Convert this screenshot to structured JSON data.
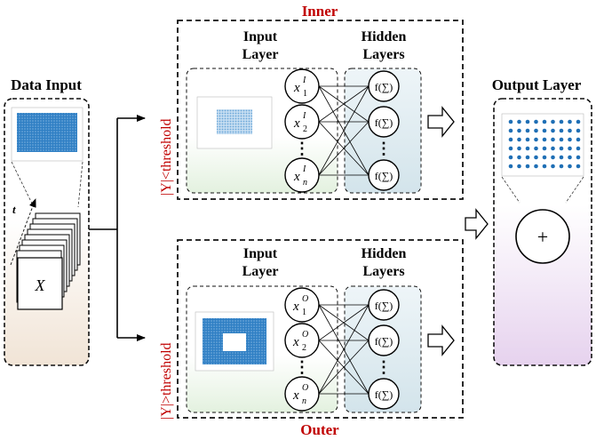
{
  "diagram": {
    "data_input": {
      "title": "Data Input",
      "matrix_label": "X",
      "time_label": "t"
    },
    "branches": {
      "inner": {
        "title": "Inner",
        "condition": "|Y|<threshold",
        "input_layer": "Input Layer",
        "hidden_layers": "Hidden Layers",
        "input_nodes": [
          {
            "base": "x",
            "sup": "I",
            "sub": "1"
          },
          {
            "base": "x",
            "sup": "I",
            "sub": "2"
          },
          {
            "base": "x",
            "sup": "I",
            "sub": "n"
          }
        ]
      },
      "outer": {
        "title": "Outer",
        "condition": "|Y|>threshold",
        "input_layer": "Input Layer",
        "hidden_layers": "Hidden Layers",
        "input_nodes": [
          {
            "base": "x",
            "sup": "O",
            "sub": "1"
          },
          {
            "base": "x",
            "sup": "O",
            "sub": "2"
          },
          {
            "base": "x",
            "sup": "O",
            "sub": "n"
          }
        ]
      }
    },
    "hidden_node_label": "f(∑)",
    "ellipsis": "⋮",
    "output_layer": {
      "title": "Output Layer",
      "sum_symbol": "+"
    },
    "colors": {
      "accent_red": "#c00000",
      "scatter_blue": "#1f6fb5",
      "input_panel_green": "#e3f1df",
      "hidden_panel_blue": "#d8e8ee",
      "data_input_tan": "#f1e4d6",
      "output_purple": "#ead9f0"
    }
  }
}
